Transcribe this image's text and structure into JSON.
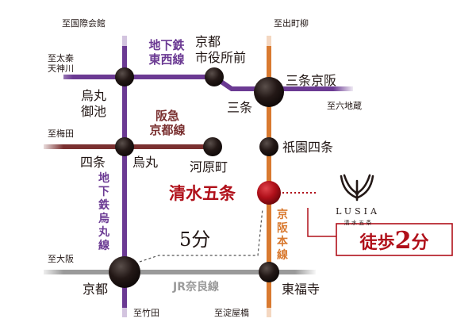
{
  "colors": {
    "tozai": "#6b3a93",
    "karasuma_line": "#6b3a93",
    "hankyu": "#7a3030",
    "keihan": "#d97a30",
    "jr_nara": "#9a9a9a",
    "station": "#231816",
    "destination": "#b0101a",
    "text": "#231816",
    "gray_text": "#9a9a9a"
  },
  "lines": {
    "tozai": "地下鉄東西線",
    "tozai_l1": "地下鉄",
    "tozai_l2": "東西線",
    "hankyu_l1": "阪急",
    "hankyu_l2": "京都線",
    "karasuma": [
      "地",
      "下",
      "鉄",
      "烏",
      "丸",
      "線"
    ],
    "keihan": [
      "京",
      "阪",
      "本",
      "線"
    ],
    "jr_nara": "JR奈良線"
  },
  "stations": {
    "karasuma_oike_l1": "烏丸",
    "karasuma_oike_l2": "御池",
    "shiyakusho_l1": "京都",
    "shiyakusho_l2": "市役所前",
    "sanjo_keihan": "三条京阪",
    "sanjo": "三条",
    "shijo": "四条",
    "karasuma": "烏丸",
    "kawaramachi": "河原町",
    "gion_shijo": "祇園四条",
    "kiyomizu_gojo": "清水五条",
    "kyoto": "京都",
    "tofukuji": "東福寺"
  },
  "directions": {
    "kokusai_kaikan": "至国際会館",
    "demachiyanagi": "至出町柳",
    "uzumasa_l1": "至太秦",
    "uzumasa_l2": "天神川",
    "rokujizo": "至六地蔵",
    "umeda": "至梅田",
    "osaka": "至大阪",
    "takeda": "至竹田",
    "yodoyabashi": "至淀屋橋"
  },
  "walk": {
    "minutes_text": "5分",
    "callout_prefix": "徒歩",
    "callout_number": "2",
    "callout_suffix": "分"
  },
  "brand": {
    "name": "LUSIA",
    "sub": "清 水 五 条"
  }
}
